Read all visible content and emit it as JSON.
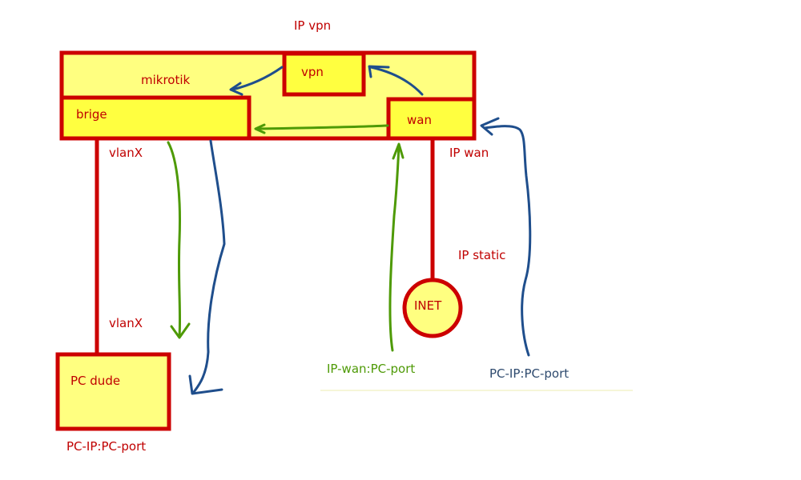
{
  "colors": {
    "border": "#cc0000",
    "fill_light": "#ffff80",
    "fill_bright": "#ffff40",
    "text_red": "#c00000",
    "arrow_green": "#4e9a06",
    "arrow_blue": "#1f4e8c"
  },
  "labels": {
    "ip_vpn": "IP vpn",
    "mikrotik": "mikrotik",
    "vpn": "vpn",
    "brige": "brige",
    "wan": "wan",
    "vlan_top": "vlanX",
    "ip_wan": "IP wan",
    "ip_static": "IP static",
    "inet": "INET",
    "vlan_bottom": "vlanX",
    "pc_dude": "PC dude",
    "pc_ip_bottom": "PC-IP:PC-port",
    "ip_wan_pc_port": "IP-wan:PC-port",
    "pc_ip_right": "PC-IP:PC-port"
  }
}
